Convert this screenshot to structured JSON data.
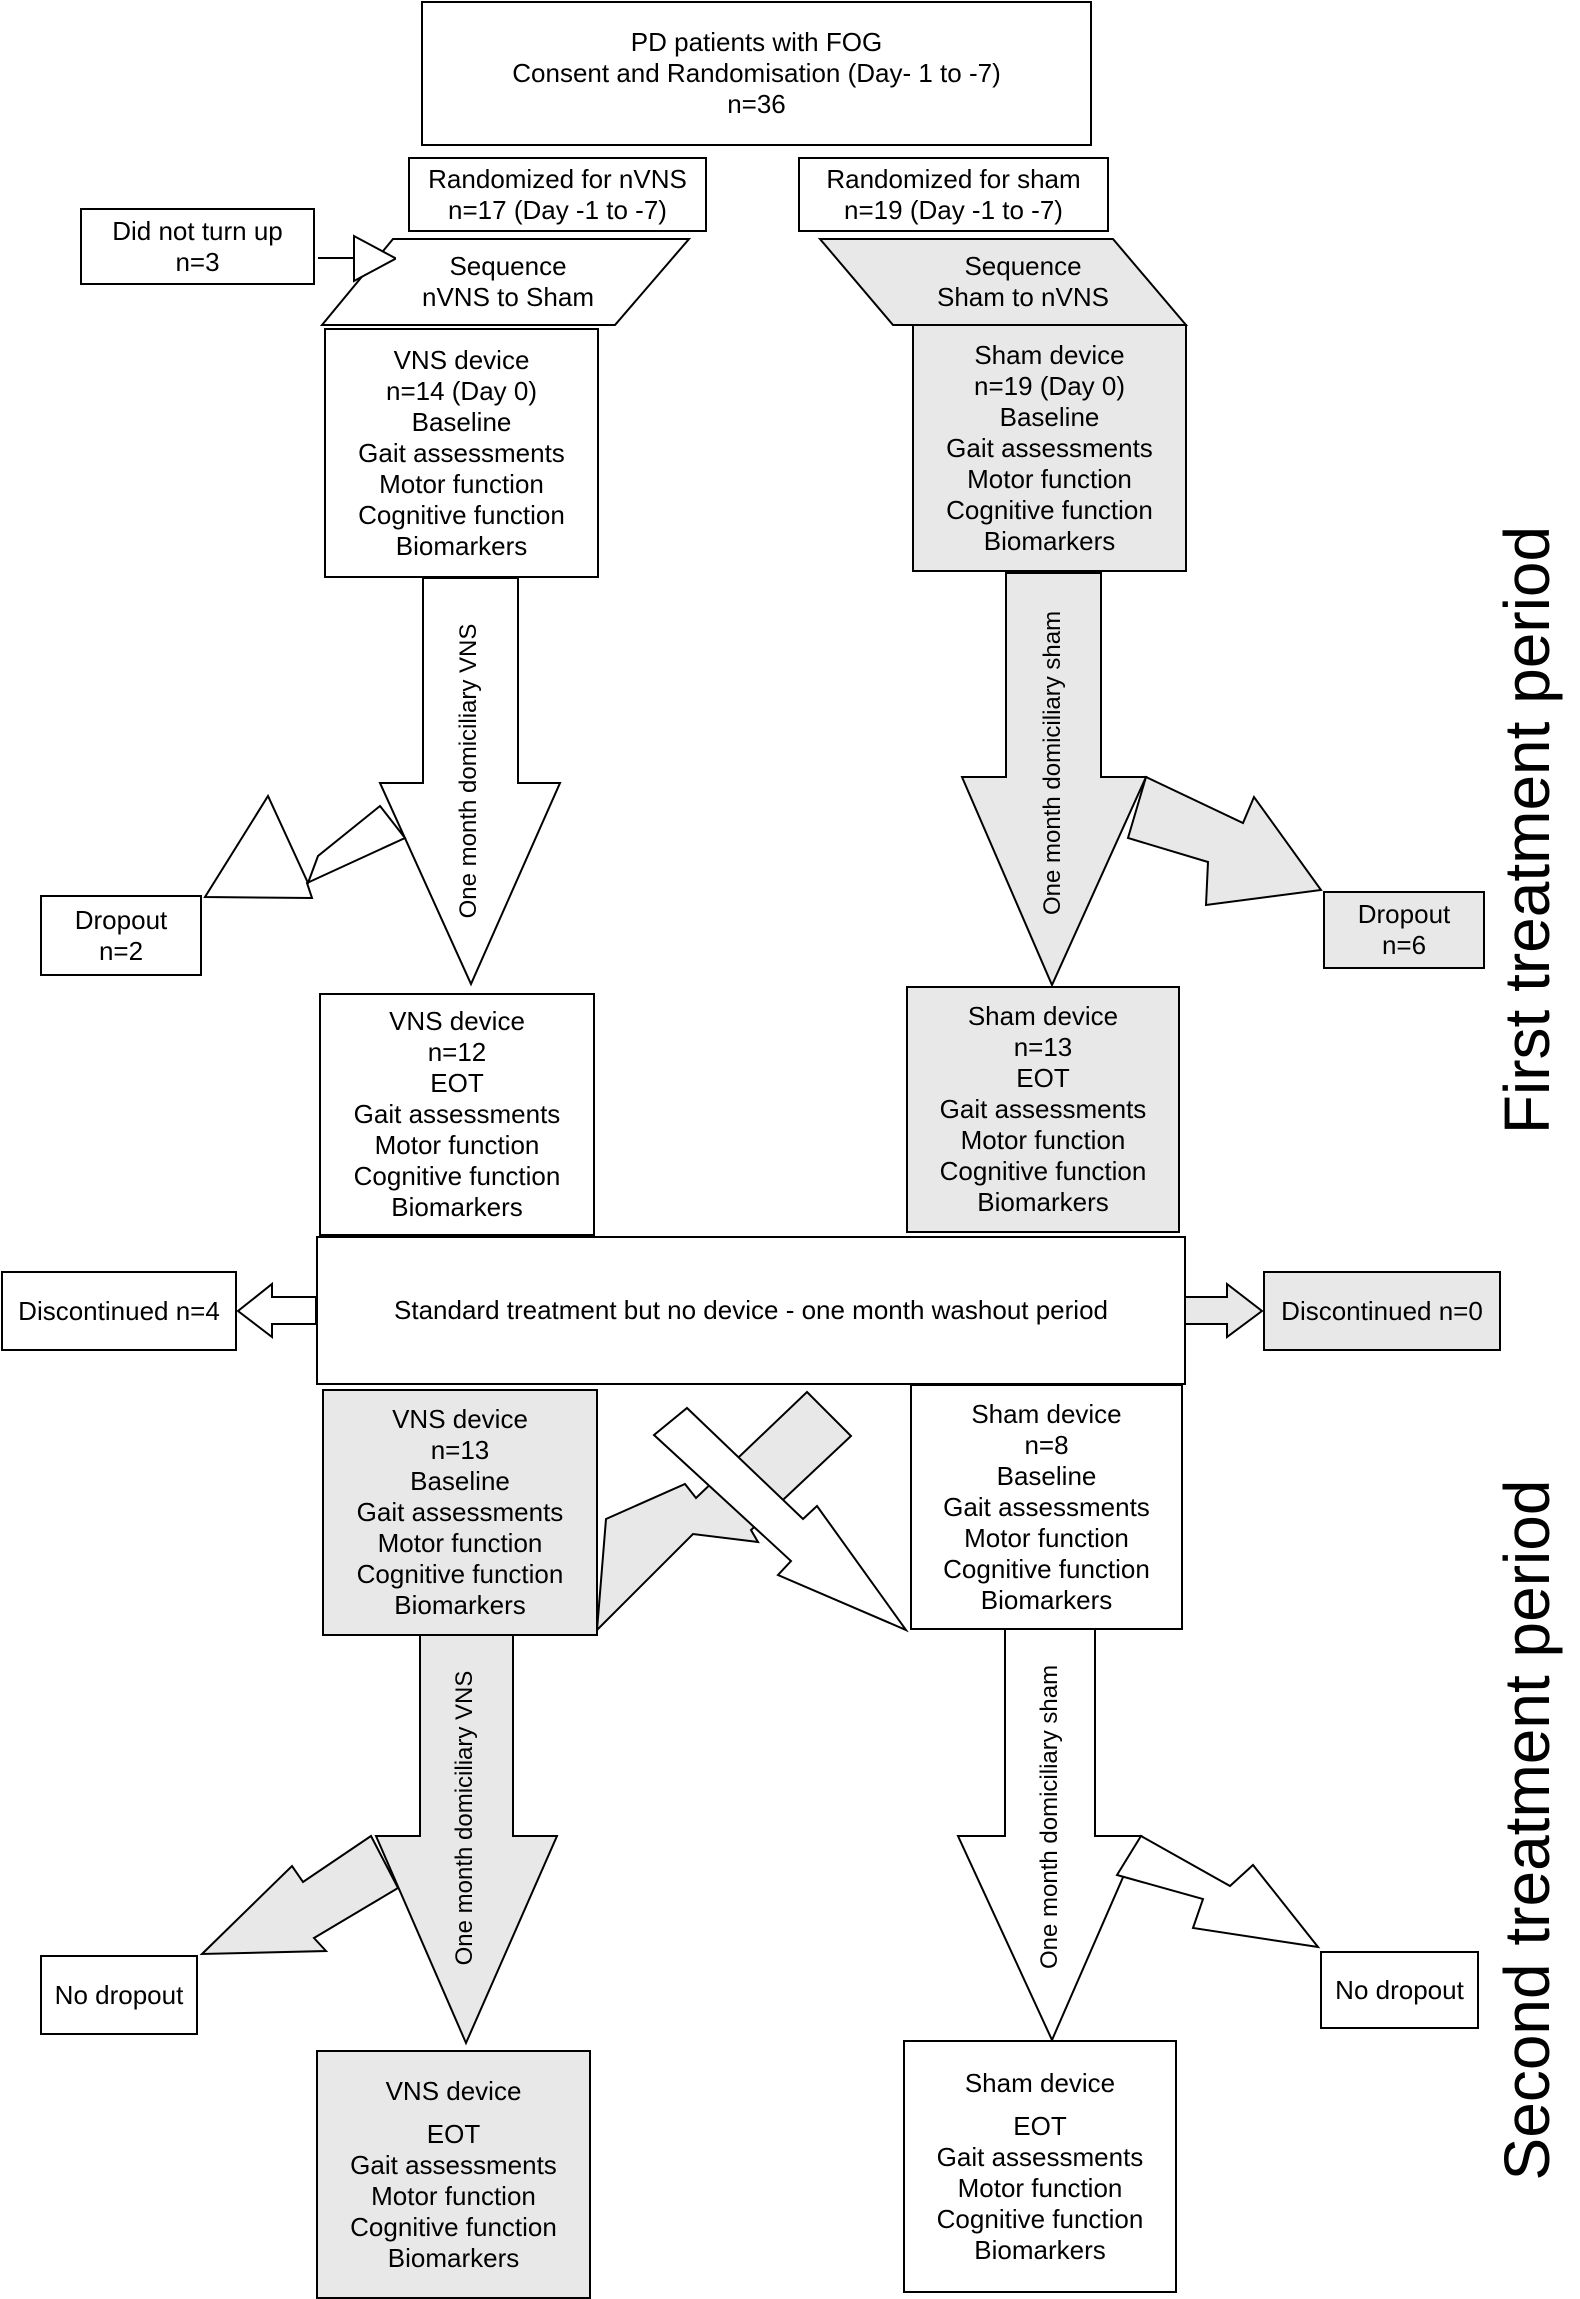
{
  "enrolment": {
    "title": "PD patients with FOG",
    "line2": "Consent and Randomisation (Day- 1 to -7)",
    "n": "n=36"
  },
  "randomized_nvns": {
    "line1": "Randomized for nVNS",
    "line2": "n=17 (Day -1 to -7)"
  },
  "randomized_sham": {
    "line1": "Randomized for sham",
    "line2": "n=19 (Day -1 to -7)"
  },
  "did_not_turn_up": {
    "line1": "Did not turn up",
    "line2": "n=3"
  },
  "sequence_nvns": {
    "line1": "Sequence",
    "line2": "nVNS to Sham"
  },
  "sequence_sham": {
    "line1": "Sequence",
    "line2": "Sham to nVNS"
  },
  "p1_vns_baseline": [
    "VNS device",
    "n=14 (Day 0)",
    "Baseline",
    "Gait assessments",
    "Motor function",
    "Cognitive function",
    "Biomarkers"
  ],
  "p1_sham_baseline": [
    "Sham device",
    "n=19 (Day 0)",
    "Baseline",
    "Gait assessments",
    "Motor function",
    "Cognitive function",
    "Biomarkers"
  ],
  "p1_vns_arrow": "One month domiciliary VNS",
  "p1_sham_arrow": "One month domiciliary sham",
  "p1_dropout_left": {
    "line1": "Dropout",
    "line2": "n=2"
  },
  "p1_dropout_right": {
    "line1": "Dropout",
    "line2": "n=6"
  },
  "p1_vns_eot": [
    "VNS device",
    "n=12",
    "EOT",
    "Gait assessments",
    "Motor function",
    "Cognitive function",
    "Biomarkers"
  ],
  "p1_sham_eot": [
    "Sham device",
    "n=13",
    "EOT",
    "Gait assessments",
    "Motor function",
    "Cognitive function",
    "Biomarkers"
  ],
  "washout": "Standard treatment but no device - one month washout period",
  "discontinued_left": "Discontinued n=4",
  "discontinued_right": "Discontinued n=0",
  "p2_vns_baseline": [
    "VNS device",
    "n=13",
    "Baseline",
    "Gait assessments",
    "Motor function",
    "Cognitive function",
    "Biomarkers"
  ],
  "p2_sham_baseline": [
    "Sham device",
    "n=8",
    "Baseline",
    "Gait assessments",
    "Motor function",
    "Cognitive function",
    "Biomarkers"
  ],
  "p2_vns_arrow": "One month domiciliary VNS",
  "p2_sham_arrow": "One month domiciliary sham",
  "p2_dropout_left": "No dropout",
  "p2_dropout_right": "No dropout",
  "p2_vns_eot": [
    "VNS device",
    "EOT",
    "Gait assessments",
    "Motor function",
    "Cognitive function",
    "Biomarkers"
  ],
  "p2_sham_eot": [
    "Sham device",
    "EOT",
    "Gait assessments",
    "Motor function",
    "Cognitive function",
    "Biomarkers"
  ],
  "period_labels": {
    "first": "First treatment period",
    "second": "Second treatment period"
  },
  "colors": {
    "gray_fill": "#e8e8e8",
    "white_fill": "#ffffff",
    "stroke": "#000000"
  }
}
